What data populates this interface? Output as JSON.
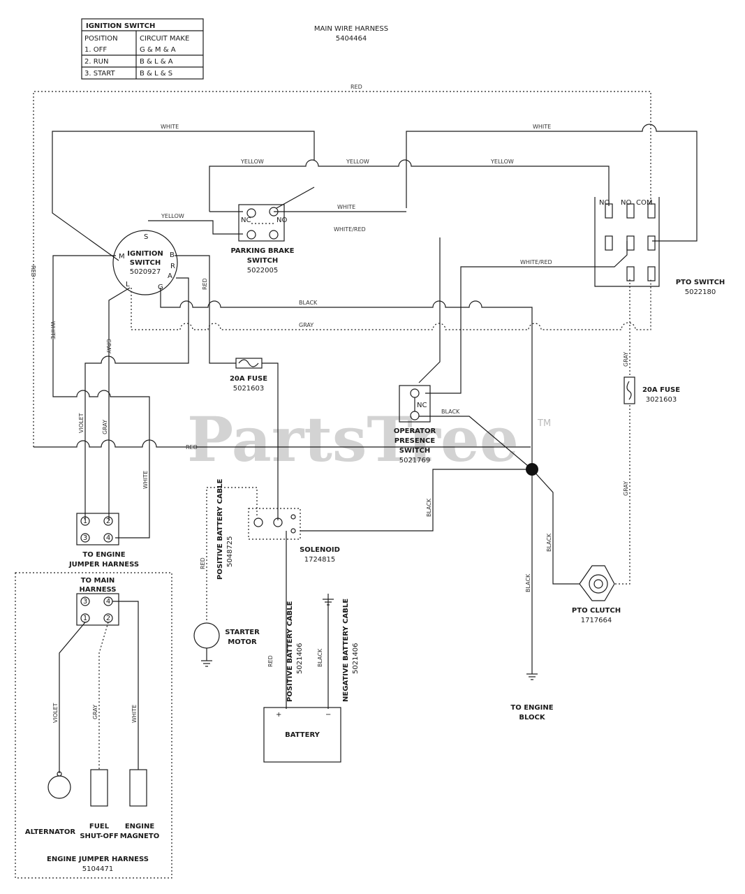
{
  "ignition_table": {
    "title": "IGNITION SWITCH",
    "header_position": "POSITION",
    "header_circuit": "CIRCUIT MAKE",
    "rows": [
      {
        "position": "1. OFF",
        "circuit": "G & M & A"
      },
      {
        "position": "2. RUN",
        "circuit": "B & L & A"
      },
      {
        "position": "3. START",
        "circuit": "B & L & S"
      }
    ]
  },
  "main_harness": {
    "title": "MAIN WIRE HARNESS",
    "part": "5404464"
  },
  "watermark": {
    "text": "PartsTree",
    "tm": "TM"
  },
  "components": {
    "ignition_switch": {
      "line1": "IGNITION",
      "line2": "SWITCH",
      "part": "5020927",
      "t_s": "S",
      "t_b": "B",
      "t_m": "M",
      "t_r": "R",
      "t_a": "A",
      "t_l": "L",
      "t_g": "G"
    },
    "parking_brake": {
      "line1": "PARKING BRAKE",
      "line2": "SWITCH",
      "part": "5022005",
      "nc": "NC",
      "no": "NO"
    },
    "pto_switch": {
      "line1": "PTO SWITCH",
      "part": "5022180",
      "c1": "NO",
      "c2": "NO",
      "c3": "COM"
    },
    "fuse1": {
      "line1": "20A FUSE",
      "part": "5021603"
    },
    "fuse2": {
      "line1": "20A FUSE",
      "part": "3021603"
    },
    "operator_switch": {
      "line1": "OPERATOR",
      "line2": "PRESENCE",
      "line3": "SWITCH",
      "part": "5021769",
      "nc": "NC"
    },
    "solenoid": {
      "line1": "SOLENOID",
      "part": "1724815"
    },
    "starter": {
      "line1": "STARTER",
      "line2": "MOTOR"
    },
    "battery": {
      "label": "BATTERY",
      "plus": "+",
      "minus": "−"
    },
    "pto_clutch": {
      "line1": "PTO CLUTCH",
      "part": "1717664"
    },
    "engine_block": {
      "line1": "TO ENGINE",
      "line2": "BLOCK"
    },
    "jumper_top": {
      "line1": "TO ENGINE",
      "line2": "JUMPER HARNESS",
      "p1": "1",
      "p2": "2",
      "p3": "3",
      "p4": "4"
    },
    "jumper_box": {
      "to_line1": "TO MAIN",
      "to_line2": "HARNESS",
      "title": "ENGINE JUMPER HARNESS",
      "part": "5104471",
      "p1": "1",
      "p2": "2",
      "p3": "3",
      "p4": "4"
    },
    "alternator": {
      "label": "ALTERNATOR"
    },
    "fuel_shutoff": {
      "line1": "FUEL",
      "line2": "SHUT-OFF"
    },
    "engine_magneto": {
      "line1": "ENGINE",
      "line2": "MAGNETO"
    },
    "pos_cable_1": {
      "line1": "POSITIVE BATTERY CABLE",
      "part": "5048725"
    },
    "pos_cable_2": {
      "line1": "POSITIVE BATTERY CABLE",
      "part": "5021406"
    },
    "neg_cable": {
      "line1": "NEGATIVE BATTERY CABLE",
      "part": "5021406"
    }
  },
  "wire_labels": {
    "red_top": "RED",
    "white_top": "WHITE",
    "white_top_r": "WHITE",
    "yellow_1": "YELLOW",
    "yellow_2": "YELLOW",
    "yellow_3": "YELLOW",
    "yellow_s": "YELLOW",
    "white_pb": "WHITE",
    "white_red": "WHITE/RED",
    "white_red_2": "WHITE/RED",
    "red_left": "RED",
    "white_left": "WHITE",
    "red_ign": "RED",
    "black_h": "BLACK",
    "gray_h": "GRAY",
    "gray_v": "GRAY",
    "gray_v2": "GRAY",
    "violet": "VIOLET",
    "red_mid": "RED",
    "white_v": "WHITE",
    "black_op": "BLACK",
    "black_sol": "BLACK",
    "black_clutch": "BLACK",
    "black_block": "BLACK",
    "gray_pto": "GRAY",
    "gray_pto2": "GRAY",
    "red_starter": "RED",
    "red_batt": "RED",
    "black_batt": "BLACK",
    "violet_alt": "VIOLET",
    "gray_fuel": "GRAY",
    "white_mag": "WHITE"
  }
}
